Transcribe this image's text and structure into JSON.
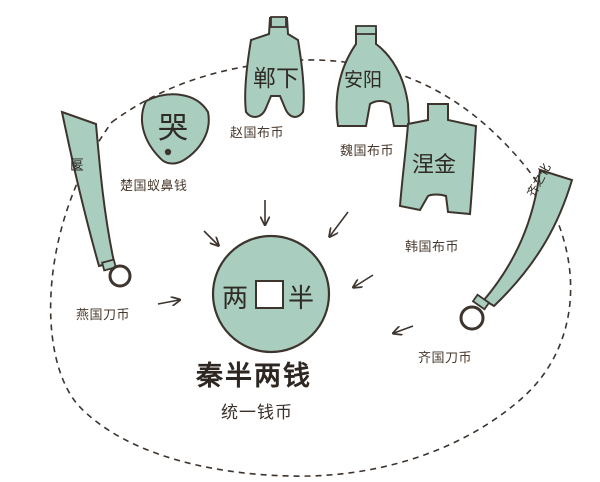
{
  "labels": {
    "chu": "楚国蚁鼻钱",
    "zhao": "赵国布币",
    "wei": "魏国布币",
    "han": "韩国布币",
    "yan": "燕国刀币",
    "qi": "齐国刀币"
  },
  "center": {
    "title": "秦半两钱",
    "subtitle": "统一钱币"
  },
  "coin_inscriptions": {
    "chu": "哭",
    "zhao": "郸下",
    "wei": "安阳",
    "han": "涅金",
    "yan": "匽",
    "qi": "齐之化",
    "qin_left": "两",
    "qin_right": "半"
  },
  "colors": {
    "coin_fill": "#a9cdbf",
    "outline": "#3d342e",
    "dash": "#3d342e"
  }
}
